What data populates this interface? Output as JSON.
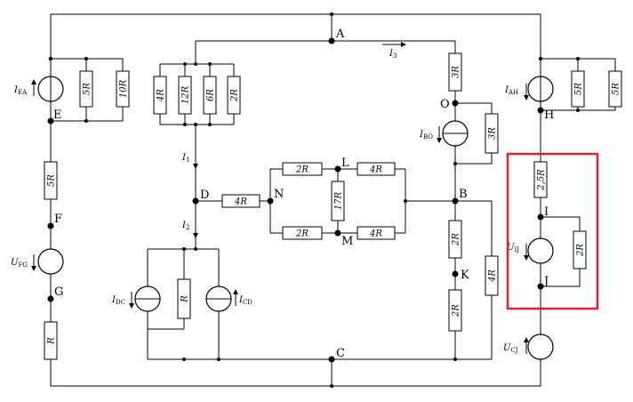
{
  "nodes": {
    "A": "A",
    "B": "B",
    "C": "C",
    "D": "D",
    "E": "E",
    "F": "F",
    "G": "G",
    "H": "H",
    "I": "I",
    "J": "J",
    "K": "K",
    "L": "L",
    "M": "M",
    "N": "N",
    "O": "O"
  },
  "resistors": {
    "r_ea_5": "5R",
    "r_ea_10": "10R",
    "r_ef": "5R",
    "r_g": "R",
    "r_p4": "4R",
    "r_p12": "12R",
    "r_p6": "6R",
    "r_p2": "2R",
    "r_dn": "4R",
    "r_nl": "2R",
    "r_lb": "4R",
    "r_lm": "17R",
    "r_nm": "2R",
    "r_mb": "4R",
    "r_dc": "R",
    "r_ao": "3R",
    "r_bo": "3R",
    "r_bk": "2R",
    "r_kc": "2R",
    "r_bc": "4R",
    "r_ah_5a": "5R",
    "r_ah_5b": "5R",
    "r_hi": "2,5R",
    "r_ij": "2R"
  },
  "sources": {
    "i_ea": {
      "main": "I",
      "sub": "EA"
    },
    "u_fg": {
      "main": "U",
      "sub": "FG"
    },
    "i_dc": {
      "main": "I",
      "sub": "DC"
    },
    "i_cd": {
      "main": "I",
      "sub": "CD"
    },
    "i_bo": {
      "main": "I",
      "sub": "BO"
    },
    "i_ah": {
      "main": "I",
      "sub": "AH"
    },
    "u_ij": {
      "main": "U",
      "sub": "IJ"
    },
    "u_cj": {
      "main": "U",
      "sub": "CJ"
    }
  },
  "currents": {
    "i1": {
      "main": "I",
      "sub": "1"
    },
    "i2": {
      "main": "I",
      "sub": "2"
    },
    "i3": {
      "main": "I",
      "sub": "3"
    }
  },
  "colors": {
    "wire": "#000000",
    "highlight": "#e0202a"
  }
}
